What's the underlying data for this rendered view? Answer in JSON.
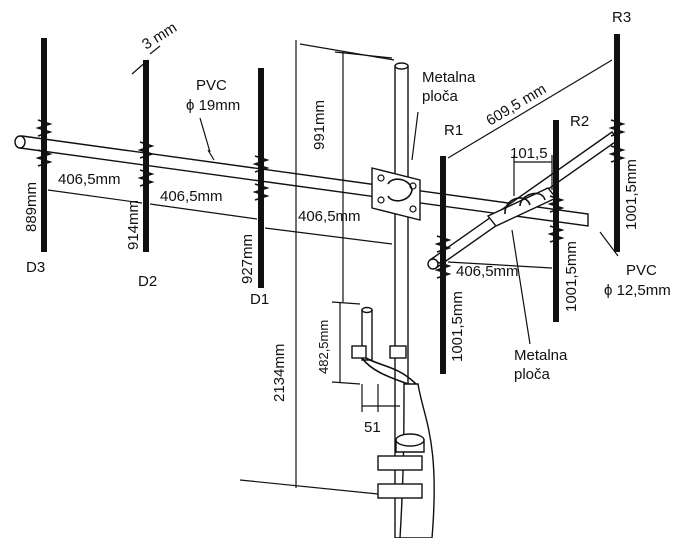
{
  "labels": {
    "r3": "R3",
    "r2": "R2",
    "r1": "R1",
    "d1": "D1",
    "d2": "D2",
    "d3": "D3",
    "pvc_top": "PVC",
    "pvc_top_dia": "ϕ 19mm",
    "pvc_right": "PVC",
    "pvc_right_dia": "ϕ 12,5mm",
    "plate_top_1": "Metalna",
    "plate_top_2": "ploča",
    "plate_bottom_1": "Metalna",
    "plate_bottom_2": "ploča"
  },
  "dimensions": {
    "thickness": "3 mm",
    "d3_d2": "406,5mm",
    "d2_d1": "406,5mm",
    "d1_mast": "406,5mm",
    "r1_r2": "406,5mm",
    "r_spacing": "609,5 mm",
    "small_gap": "101,5",
    "mast_top": "991mm",
    "mast_total": "2134mm",
    "stub": "482,5mm",
    "base": "51",
    "d3_len": "889mm",
    "d2_len": "914mm",
    "d1_len": "927mm",
    "r1_len": "1001,5mm",
    "r2_len": "1001,5mm",
    "r3_len": "1001,5mm"
  }
}
